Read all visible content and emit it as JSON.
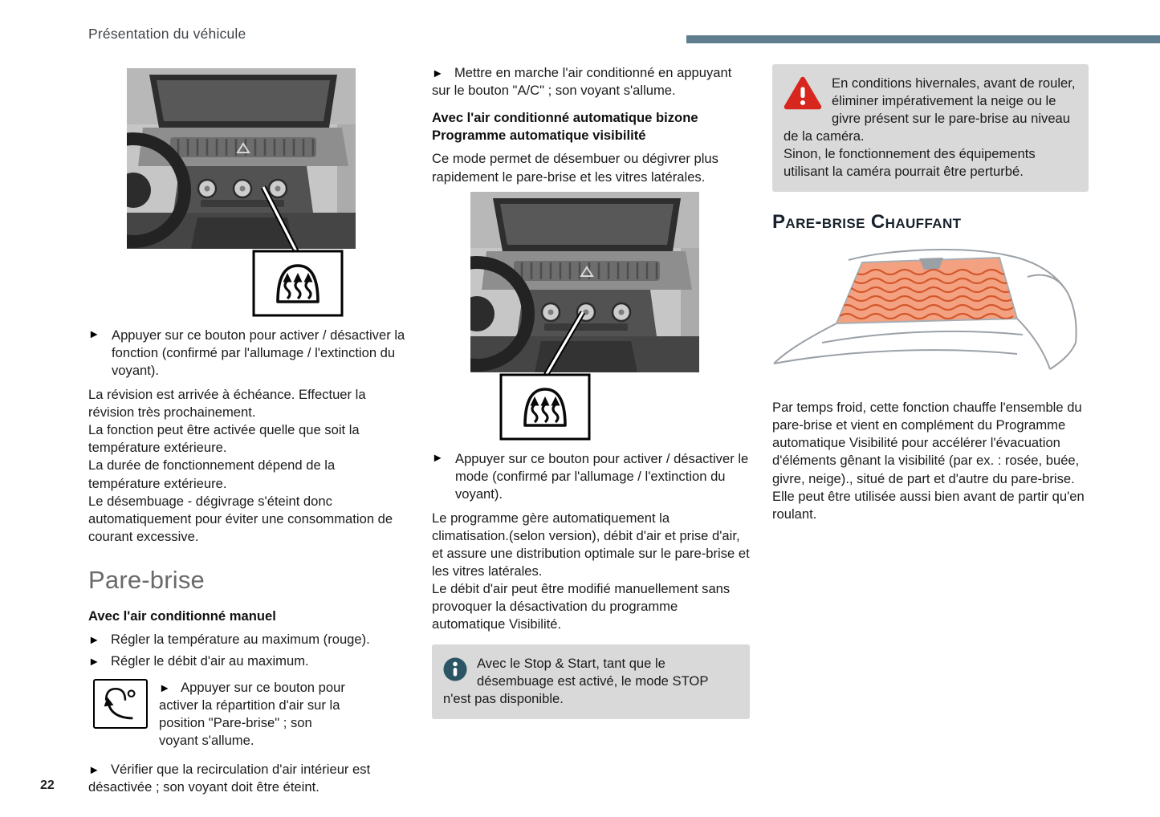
{
  "header": {
    "title": "Présentation du véhicule"
  },
  "footer": {
    "page_number": "22"
  },
  "glyphs": {
    "arrow": "►"
  },
  "colors": {
    "accent_bar": "#5e7d8e",
    "note_background": "#d9d9d9",
    "warning_red": "#d6261d",
    "info_icon": "#2b5565",
    "section_heading_gray": "#6a6a6a",
    "heated_zone_fill": "#f3a180",
    "heated_zone_lines": "#d4572c"
  },
  "col1": {
    "bullet_activate": "Appuyer sur ce bouton pour activer / désactiver la fonction (confirmé par l'allumage / l'extinction du voyant).",
    "para_revision": "La révision est arrivée à échéance. Effectuer la révision très prochainement.\nLa fonction peut être activée quelle que soit la température extérieure.\nLa durée de fonctionnement dépend de la température extérieure.\nLe désembuage - dégivrage s'éteint donc automatiquement pour éviter une consommation de courant excessive.",
    "heading": "Pare-brise",
    "subheading_manual": "Avec l'air conditionné manuel",
    "bullet_temp": "Régler la température au maximum (rouge).",
    "bullet_debit": "Régler le débit d'air au maximum.",
    "icon_instruction": "Appuyer sur ce bouton pour activer la répartition d'air sur la position \"Pare-brise\" ; son voyant s'allume.",
    "bullet_recirc": "Vérifier que la recirculation d'air intérieur est désactivée ; son voyant doit être éteint."
  },
  "col2": {
    "bullet_ac": "Mettre en marche l'air conditionné en appuyant sur le bouton \"A/C\" ; son voyant s'allume.",
    "subheading_bizone": "Avec l'air conditionné automatique bizone\nProgramme automatique visibilité",
    "para_mode": "Ce mode permet de désembuer ou dégivrer plus rapidement le pare-brise et les vitres latérales.",
    "bullet_mode": "Appuyer sur ce bouton pour activer / désactiver le mode (confirmé par l'allumage / l'extinction du voyant).",
    "para_program": "Le programme gère automatiquement la climatisation.(selon version), débit d'air et prise d'air, et assure une distribution optimale sur le pare-brise et les vitres latérales.\nLe débit d'air peut être modifié manuellement sans provoquer la désactivation du programme automatique Visibilité.",
    "info_note": "Avec le Stop & Start, tant que le désembuage est activé, le mode STOP n'est pas disponible."
  },
  "col3": {
    "warning_note": "En conditions hivernales, avant de rouler, éliminer impérativement la neige ou le givre présent sur le pare-brise au niveau de la caméra.\nSinon, le fonctionnement des équipements utilisant la caméra pourrait être perturbé.",
    "heading": "Pare-brise Chauffant",
    "para_function": "Par temps froid, cette fonction chauffe l'ensemble du pare-brise et vient en complément du Programme automatique Visibilité pour accélérer l'évacuation d'éléments gênant la visibilité (par ex. : rosée, buée, givre, neige)., situé de part et d'autre du pare-brise.\nElle peut être utilisée aussi bien avant de partir qu'en roulant."
  }
}
